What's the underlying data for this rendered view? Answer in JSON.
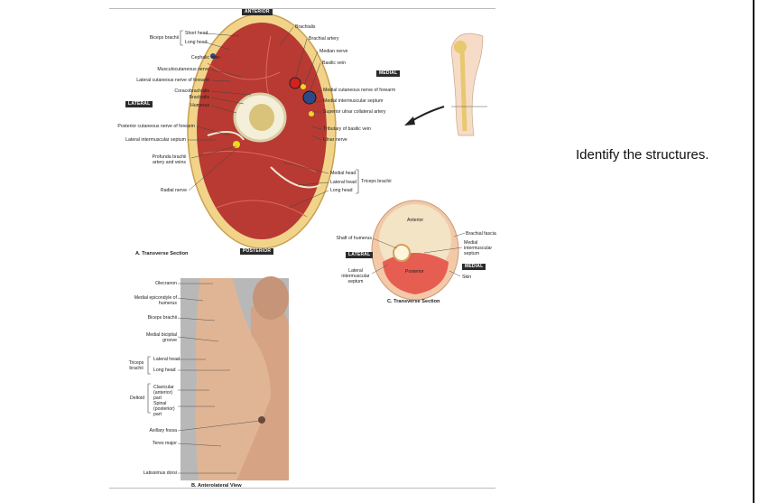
{
  "prompt": "Identify the structures.",
  "panel_a": {
    "orientation": {
      "anterior": "ANTERIOR",
      "posterior": "POSTERIOR",
      "lateral": "LATERAL",
      "medial": "MEDIAL"
    },
    "caption": "A. Transverse Section",
    "left_labels": {
      "biceps_brachii": "Biceps brachii",
      "short_head": "Short head",
      "long_head": "Long head",
      "cephalic_vein": "Cephalic vein",
      "musculocutaneous_nerve": "Musculocutaneous nerve",
      "lateral_cutaneous_nerve": "Lateral cutaneous nerve of forearm",
      "coracobrachialis": "Coracobrachialis",
      "brachialis": "Brachialis",
      "humerus": "Humerus",
      "posterior_cutaneous_nerve": "Posterior cutaneous nerve of forearm",
      "lateral_intermuscular_septum": "Lateral intermuscular septum",
      "profunda_brachii": "Profunda brachii artery and veins",
      "radial_nerve": "Radial nerve"
    },
    "right_labels": {
      "brachialis": "Brachialis",
      "brachial_artery": "Brachial artery",
      "median_nerve": "Median nerve",
      "basilic_vein": "Basilic vein",
      "medial_cutaneous_nerve": "Medial cutaneous nerve of forearm",
      "medial_intermuscular_septum": "Medial intermuscular septum",
      "superior_ulnar_collateral": "Superior ulnar collateral artery",
      "tributary_basilic": "Tributary of basilic vein",
      "ulnar_nerve": "Ulnar nerve",
      "medial_head": "Medial head",
      "lateral_head": "Lateral head",
      "long_head": "Long head",
      "triceps_brachii": "Triceps brachii"
    }
  },
  "panel_b": {
    "caption": "B. Anterolateral View",
    "labels": {
      "olecranon": "Olecranon",
      "medial_epicondyle": "Medial epicondyle of humerus",
      "biceps_brachii": "Biceps brachii",
      "medial_bicipital_groove": "Medial bicipital groove",
      "triceps_brachii": "Triceps brachii",
      "lateral_head": "Lateral head",
      "long_head": "Long head",
      "deltoid": "Deltoid",
      "clavicular_part": "Clavicular (anterior) part",
      "spinal_part": "Spinal (posterior) part",
      "axillary_fossa": "Axillary fossa",
      "teres_major": "Teres major",
      "latissimus_dorsi": "Latissimus dorsi"
    }
  },
  "panel_c": {
    "caption": "C. Transverse Section",
    "lateral": "LATERAL",
    "medial": "MEDIAL",
    "labels": {
      "anterior": "Anterior",
      "posterior": "Posterior",
      "shaft_of_humerus": "Shaft of humerus",
      "lateral_septum": "Lateral intermuscular septum",
      "brachial_fascia": "Brachial fascia",
      "medial_septum": "Medial intermuscular septum",
      "skin": "Skin"
    }
  }
}
